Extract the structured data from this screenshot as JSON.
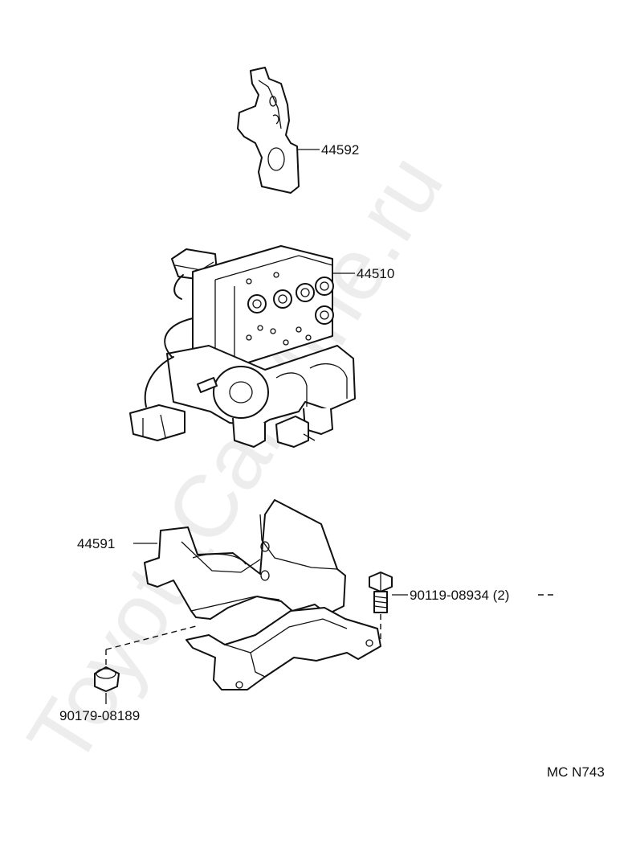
{
  "watermark": "ToyotaCarMine.ru",
  "parts": [
    {
      "id": "bracket-upper",
      "number": "44592"
    },
    {
      "id": "abs-actuator",
      "number": "44510"
    },
    {
      "id": "bracket-lower",
      "number": "44591"
    },
    {
      "id": "bolt",
      "number": "90119-08934 (2)"
    },
    {
      "id": "cushion",
      "number": "90179-08189"
    }
  ],
  "diagram_code": "MC N743"
}
